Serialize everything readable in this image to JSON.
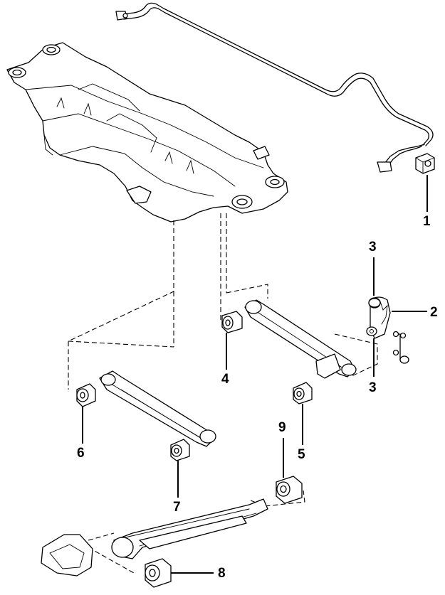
{
  "colors": {
    "line": "#000000",
    "background": "#ffffff"
  },
  "callouts": {
    "c1": "1",
    "c2": "2",
    "c3a": "3",
    "c3b": "3",
    "c4": "4",
    "c5": "5",
    "c6": "6",
    "c7": "7",
    "c8": "8",
    "c9": "9"
  }
}
